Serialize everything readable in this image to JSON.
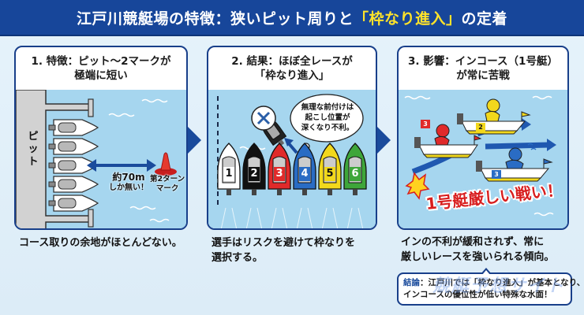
{
  "header": {
    "title_pre": "江戸川競艇場の特徴：狭いピット周りと",
    "title_highlight": "「枠なり進入」",
    "title_post": "の定着"
  },
  "panels": [
    {
      "title_line1": "1. 特徴：ピット〜2マークが",
      "title_line2": "極端に短い",
      "pit_label": "ピット",
      "distance_line1": "約70m",
      "distance_line2": "しか無い！",
      "mark_line1": "第2ターン",
      "mark_line2": "マーク",
      "caption": "コース取りの余地がほとんどない。"
    },
    {
      "title_line1": "2. 結果：ほぼ全レースが",
      "title_line2": "「枠なり進入」",
      "thought_line1": "無理な前付けは",
      "thought_line2": "起こし位置が",
      "thought_line3": "深くなり不利。",
      "boats": [
        {
          "num": "1",
          "color": "#ffffff",
          "text": "#111111"
        },
        {
          "num": "2",
          "color": "#111111",
          "text": "#ffffff"
        },
        {
          "num": "3",
          "color": "#e02a2a",
          "text": "#ffffff"
        },
        {
          "num": "4",
          "color": "#2a6cc4",
          "text": "#ffffff"
        },
        {
          "num": "5",
          "color": "#f2d81c",
          "text": "#111111"
        },
        {
          "num": "6",
          "color": "#3ea63a",
          "text": "#ffffff"
        }
      ],
      "caption_line1": "選手はリスクを避けて枠なりを",
      "caption_line2": "選択する。"
    },
    {
      "title_line1": "3. 影響：インコース（1号艇）",
      "title_line2": "が常に苦戦",
      "boat_top_num": "2",
      "boat_mid_num": "3",
      "boat_low_num": "3",
      "burst_text": "1号艇厳しい戦い！",
      "caption_line1": "インの不利が緩和されず、常に",
      "caption_line2": "厳しいレースを強いられる傾向。"
    }
  ],
  "conclusion": {
    "label": "結論",
    "line1": "：江戸川では「枠なり進入」が基本となり、",
    "line2": "インコースの優位性が低い特殊な水面！"
  },
  "watermark": "競艇予想サイト",
  "colors": {
    "header_bg": "#17469a",
    "highlight": "#ffe32a",
    "panel_border": "#183f8a",
    "water": "#a6d6ef",
    "burst_red": "#d81e1e"
  }
}
